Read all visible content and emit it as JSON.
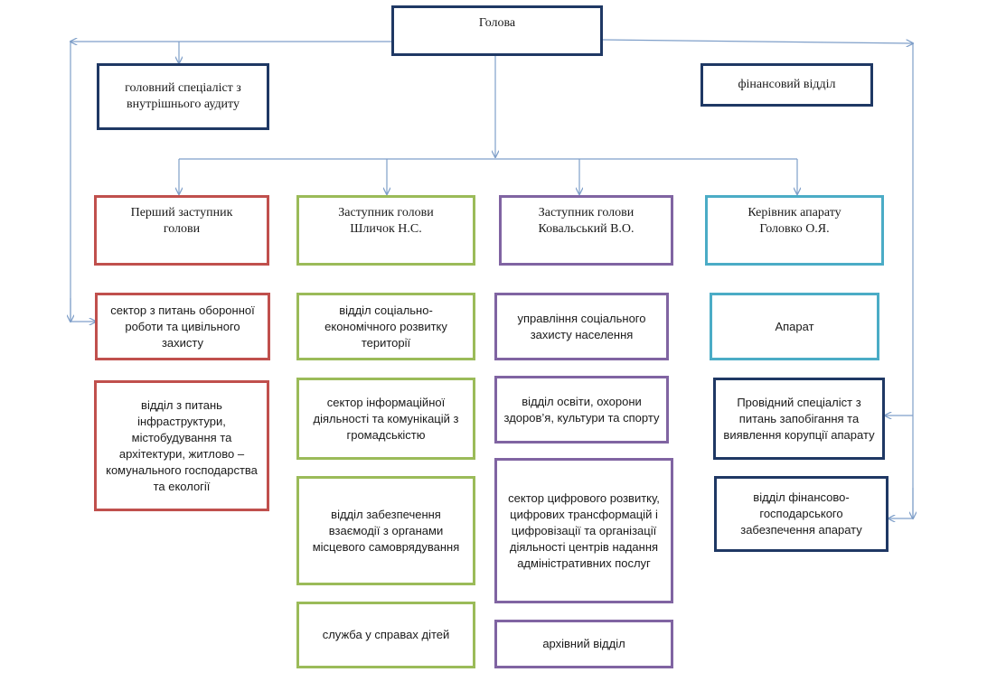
{
  "head": "Голова",
  "audit_specialist": "головний спеціаліст з внутрішнього аудиту",
  "finance_department": "фінансовий відділ",
  "deputies": {
    "first_deputy": "Перший заступник голови",
    "deputy_shlychok": "Заступник голови Шличок Н.С.",
    "deputy_kovalskyi": "Заступник голови Ковальський В.О.",
    "chief_of_staff": "Керівник апарату Головко О.Я."
  },
  "first_deputy_units": [
    "сектор з питань оборонної роботи та цивільного захисту",
    "відділ з питань інфраструктури, містобудування та архітектури, житлово – комунального господарства та екології"
  ],
  "shlychok_units": [
    "відділ соціально-економічного розвитку території",
    "сектор інформаційної діяльності та комунікацій з громадськістю",
    "відділ забезпечення взаємодії з органами місцевого самоврядування",
    "служба у справах дітей"
  ],
  "kovalskyi_units": [
    "управління соціального захисту населення",
    "відділ освіти, охорони здоров’я, культури та спорту",
    "сектор цифрового розвитку, цифрових трансформацій і цифровізації та організації діяльності центрів надання адміністративних послуг",
    "архівний відділ"
  ],
  "staff_units": [
    "Апарат",
    "Провідний спеціаліст з питань запобігання та виявлення корупції апарату",
    "відділ фінансово-господарського забезпечення апарату"
  ],
  "colors": {
    "connector": "#7f9fc9",
    "navy": "#1f3864",
    "red": "#c0504d",
    "green": "#9bbb59",
    "purple": "#8064a2",
    "teal": "#4bacc6"
  }
}
